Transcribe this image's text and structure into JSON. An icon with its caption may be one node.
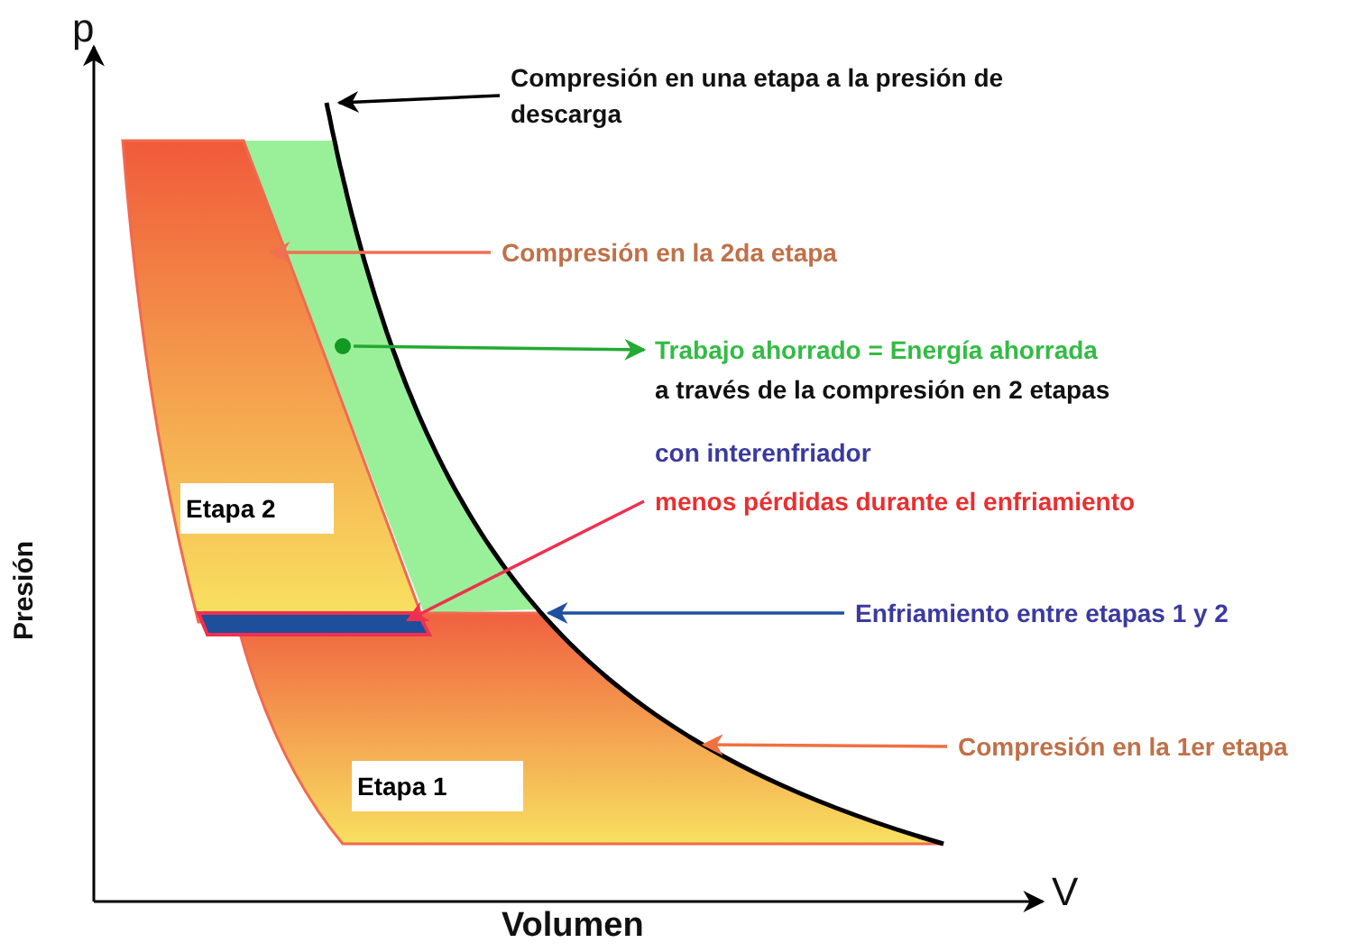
{
  "diagram": {
    "nodes": [
      {
        "text": [
          "Compresión en una etapa a la presión de descarga"
        ]
      },
      {
        "text": [
          "Compresión en la 2da etapa"
        ]
      },
      {
        "text": [
          "Etapa 2"
        ]
      },
      {
        "text": [],
        "shape": "circle"
      },
      {
        "text": [
          "Trabajo ahorrado = Energía ahorrada",
          "a través de la compresión en 2 etapas"
        ]
      },
      {
        "text": [
          "menos pérdidas durante el enfriamiento"
        ]
      },
      {
        "text": [],
        "shape": "bar"
      },
      {
        "text": [
          "Enfriamiento entre etapas 1 y 2"
        ]
      },
      {
        "text": [
          "Compresión en la 1er etapa"
        ]
      },
      {
        "text": [
          "Etapa 1"
        ]
      }
    ],
    "edges": [
      {
        "from": 0,
        "to": null,
        "arrow": "to",
        "color": "#000000"
      },
      {
        "from": 1,
        "to": 2,
        "arrow": "to",
        "color": "#f07050"
      },
      {
        "from": 3,
        "to": 4,
        "arrow": "to",
        "color": "#22aa33"
      },
      {
        "from": 5,
        "to": 6,
        "arrow": "to",
        "color": "#f03050"
      },
      {
        "from": 7,
        "to": 9,
        "arrow": "to",
        "color": "#1e4fa0"
      },
      {
        "from": 8,
        "to": 9,
        "arrow": "to",
        "color": "#f07040"
      }
    ],
    "labels": [
      "p",
      "con interenfriador",
      "Presión",
      "V",
      "Volumen"
    ]
  }
}
